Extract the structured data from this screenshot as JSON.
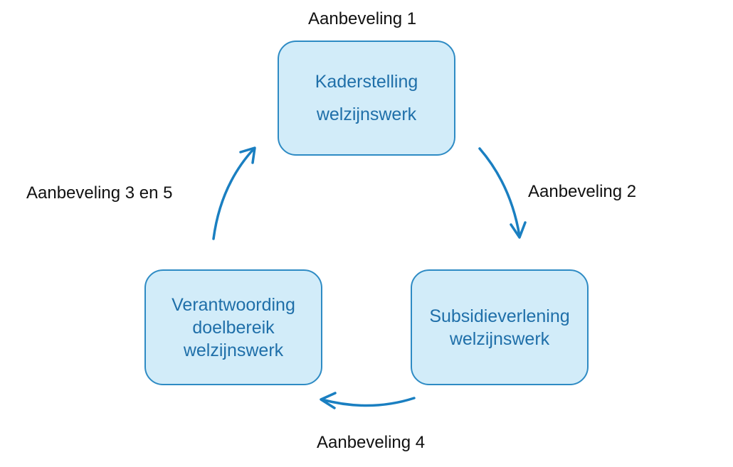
{
  "diagram": {
    "node_fill": "#D2ECF9",
    "node_border": "#2E8BC4",
    "node_text_color": "#1F6FA9",
    "arrow_color": "#1A7FC1",
    "nodes": [
      {
        "id": "kaderstelling",
        "lines": [
          "Kaderstelling",
          "welzijnswerk"
        ]
      },
      {
        "id": "subsidieverlening",
        "lines": [
          "Subsidieverlening",
          "welzijnswerk"
        ]
      },
      {
        "id": "verantwoording",
        "lines": [
          "Verantwoording",
          "doelbereik",
          "welzijnswerk"
        ]
      }
    ],
    "labels": {
      "top": "Aanbeveling 1",
      "right": "Aanbeveling 2",
      "bottom": "Aanbeveling 4",
      "left": "Aanbeveling 3 en 5"
    }
  }
}
